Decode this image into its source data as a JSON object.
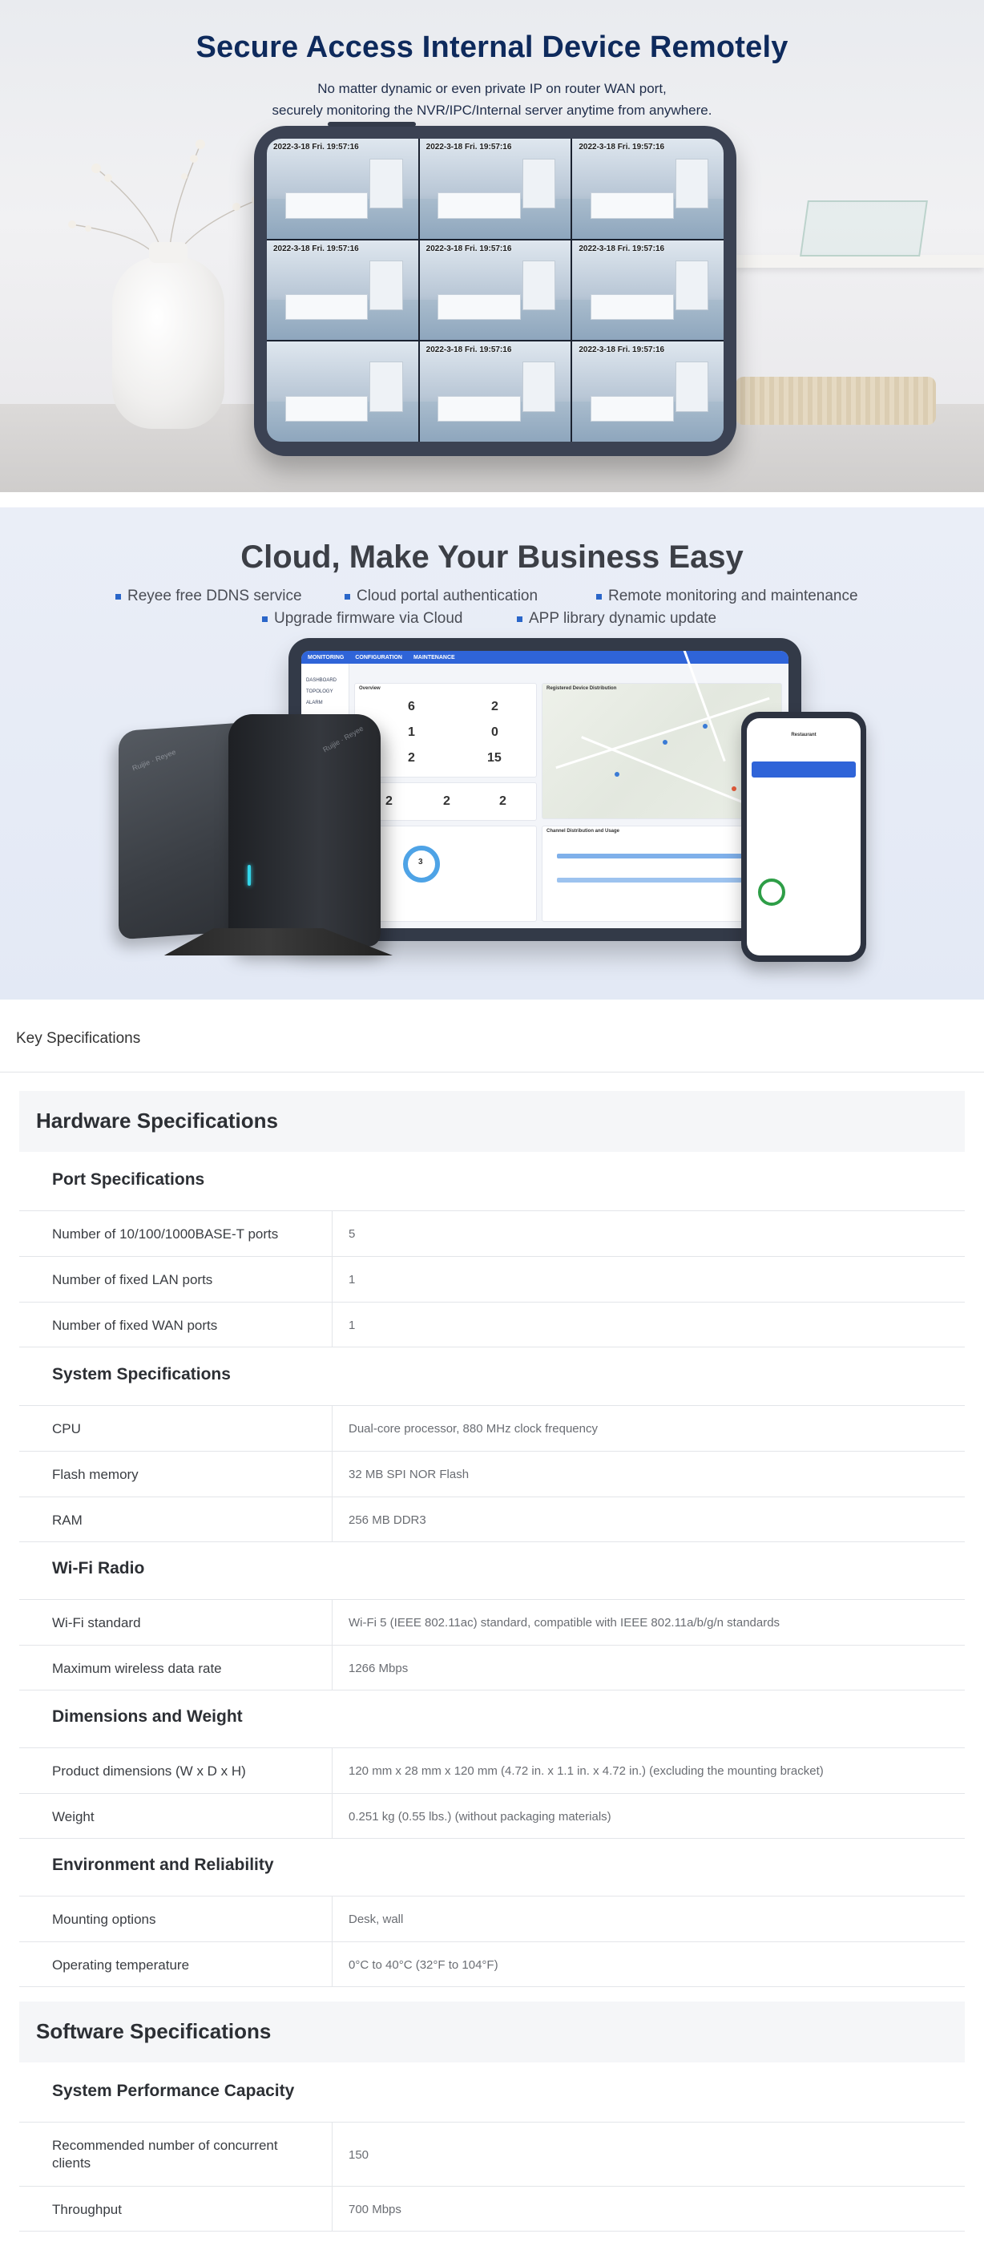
{
  "banner_remote": {
    "title": "Secure Access Internal Device Remotely",
    "subtitle_line1": "No matter dynamic or even private IP on router WAN port,",
    "subtitle_line2": "securely monitoring the NVR/IPC/Internal server anytime from anywhere.",
    "camera_timestamps": [
      "2022-3-18 Fri. 19:57:16",
      "2022-3-18 Fri. 19:57:16",
      "2022-3-18 Fri. 19:57:16",
      "2022-3-18 Fri. 19:57:16",
      "2022-3-18 Fri. 19:57:16",
      "2022-3-18 Fri. 19:57:16",
      "",
      "2022-3-18 Fri. 19:57:16",
      "2022-3-18 Fri. 19:57:16"
    ]
  },
  "banner_cloud": {
    "title": "Cloud, Make Your Business Easy",
    "bullets": [
      "Reyee free DDNS service",
      "Cloud portal authentication",
      "Remote monitoring and maintenance",
      "Upgrade firmware via Cloud",
      "APP library dynamic update"
    ],
    "dashboard": {
      "nav": [
        "MONITORING",
        "CONFIGURATION",
        "MAINTENANCE"
      ],
      "sidebar": [
        "DASHBOARD",
        "TOPOLOGY",
        "ALARM"
      ],
      "overview_title": "Overview",
      "overview_values": [
        "6",
        "2",
        "1",
        "0",
        "2",
        "15"
      ],
      "summary_values": [
        "2",
        "2",
        "2"
      ],
      "map_title": "Registered Device Distribution",
      "chart_title": "Channel Distribution and Usage",
      "clients_value": "3"
    },
    "phone_title": "Restaurant"
  },
  "specs": {
    "key_title": "Key Specifications",
    "hardware": {
      "title": "Hardware Specifications",
      "groups": [
        {
          "title": "Port Specifications",
          "rows": [
            {
              "k": "Number of 10/100/1000BASE-T ports",
              "v": "5"
            },
            {
              "k": "Number of fixed LAN ports",
              "v": "1"
            },
            {
              "k": "Number of fixed WAN ports",
              "v": "1"
            }
          ]
        },
        {
          "title": "System Specifications",
          "rows": [
            {
              "k": "CPU",
              "v": "Dual-core processor, 880 MHz clock frequency"
            },
            {
              "k": "Flash memory",
              "v": "32 MB SPI NOR Flash"
            },
            {
              "k": "RAM",
              "v": "256 MB DDR3"
            }
          ]
        },
        {
          "title": "Wi-Fi Radio",
          "rows": [
            {
              "k": "Wi-Fi standard",
              "v": "Wi-Fi 5 (IEEE 802.11ac) standard, compatible with IEEE 802.11a/b/g/n standards"
            },
            {
              "k": "Maximum wireless data rate",
              "v": "1266 Mbps"
            }
          ]
        },
        {
          "title": "Dimensions and Weight",
          "rows": [
            {
              "k": "Product dimensions (W x D x H)",
              "v": "120 mm x 28 mm x 120 mm (4.72 in. x 1.1 in. x 4.72 in.) (excluding the mounting bracket)"
            },
            {
              "k": "Weight",
              "v": "0.251 kg (0.55 lbs.) (without packaging materials)"
            }
          ]
        },
        {
          "title": "Environment and Reliability",
          "rows": [
            {
              "k": "Mounting options",
              "v": "Desk, wall"
            },
            {
              "k": "Operating temperature",
              "v": "0°C to 40°C (32°F to 104°F)"
            }
          ]
        }
      ]
    },
    "software": {
      "title": "Software Specifications",
      "groups": [
        {
          "title": "System Performance Capacity",
          "rows": [
            {
              "k": "Recommended number of concurrent clients",
              "v": "150"
            },
            {
              "k": "Throughput",
              "v": "700 Mbps"
            }
          ]
        }
      ]
    }
  }
}
